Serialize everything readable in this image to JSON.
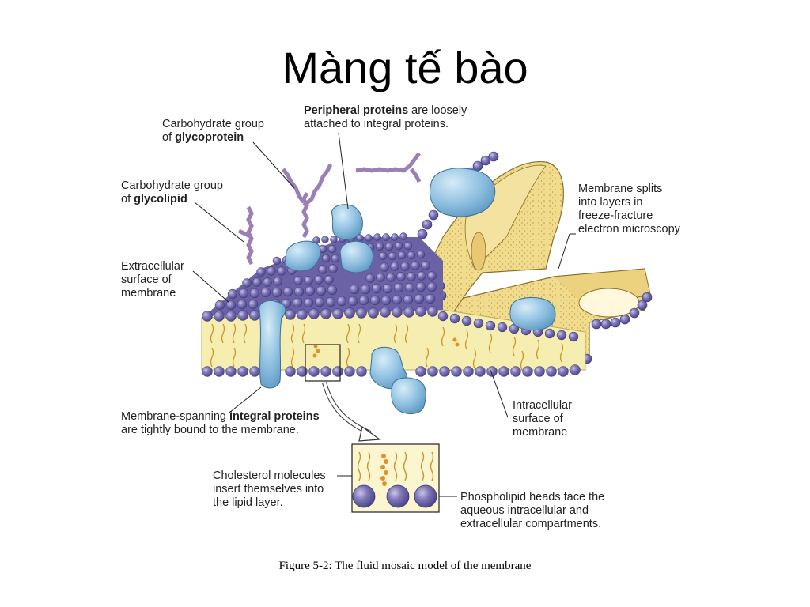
{
  "slide": {
    "title": "Màng tế bào",
    "caption": "Figure 5-2: The fluid mosaic model of the membrane"
  },
  "labels": {
    "peripheral_proteins": {
      "bold": "Peripheral proteins",
      "line1_rest": " are loosely",
      "line2": "attached to integral proteins."
    },
    "glycoprotein": {
      "line1": "Carbohydrate group",
      "line2_pre": "of ",
      "line2_bold": "glycoprotein"
    },
    "glycolipid": {
      "line1": "Carbohydrate group",
      "line2_pre": "of ",
      "line2_bold": "glycolipid"
    },
    "extracellular": {
      "line1": "Extracellular",
      "line2": "surface of",
      "line3": "membrane"
    },
    "membrane_splits": {
      "line1": "Membrane splits",
      "line2": "into layers in",
      "line3": "freeze-fracture",
      "line4": "electron microscopy"
    },
    "integral_proteins": {
      "line1_pre": "Membrane-spanning ",
      "line1_bold": "integral proteins",
      "line2": "are tightly bound to the membrane."
    },
    "intracellular": {
      "line1": "Intracellular",
      "line2": "surface of",
      "line3": "membrane"
    },
    "cholesterol": {
      "line1": "Cholesterol molecules",
      "line2": "insert themselves into",
      "line3": "the lipid layer."
    },
    "phospholipid_heads": {
      "line1": "Phospholipid heads face the",
      "line2": "aqueous intracellular and",
      "line3": "extracellular compartments."
    }
  },
  "colors": {
    "phospholipid_head": "#6f67a8",
    "head_highlight": "#b9b4dc",
    "lipid_core": "#f6eeb0",
    "protein": "#8cbbdc",
    "cholesterol": "#e0922a",
    "carbohydrate": "#bda2cf"
  }
}
